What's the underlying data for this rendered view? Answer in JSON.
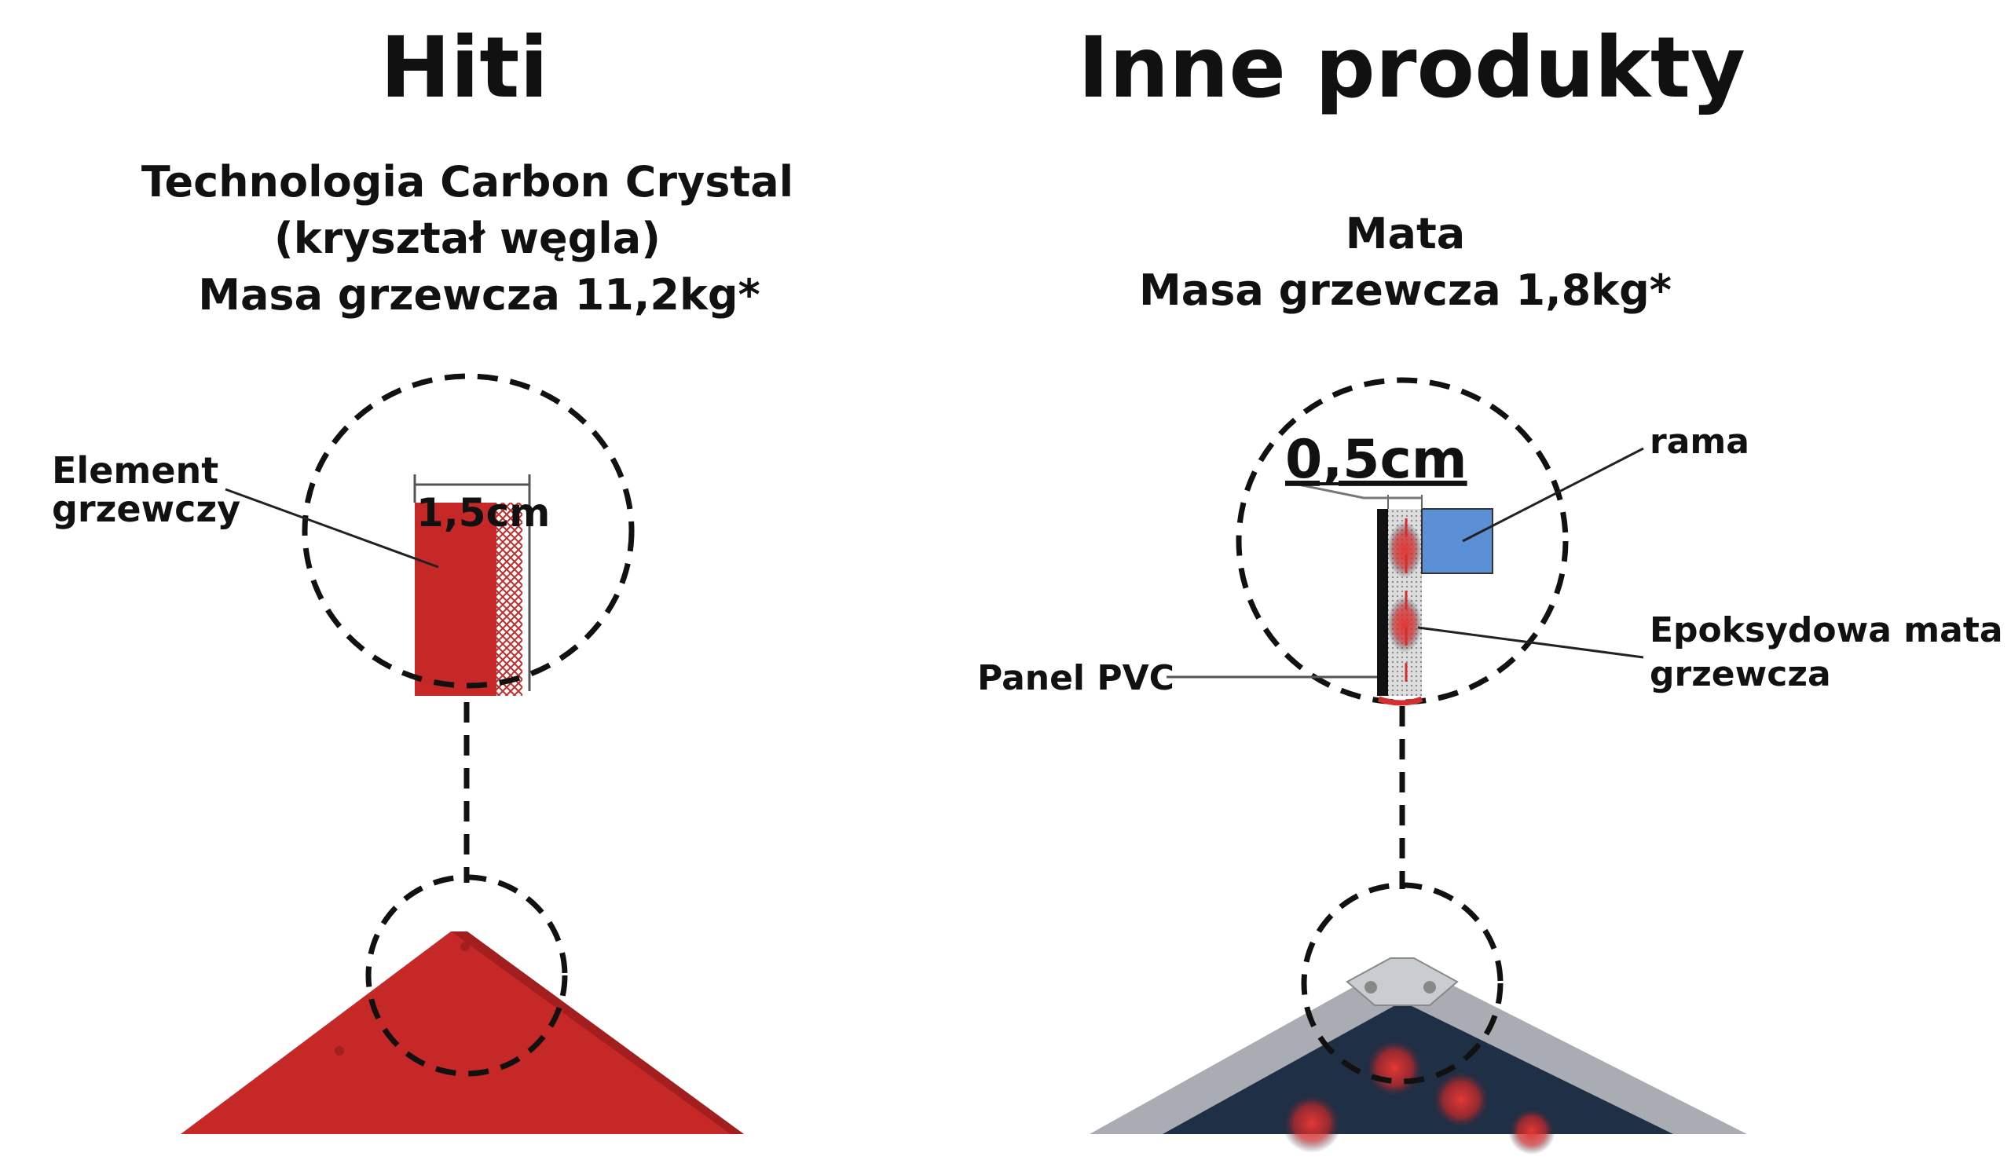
{
  "left": {
    "title": "Hiti",
    "subtitle_lines": [
      "Technologia Carbon Crystal",
      "(kryształ węgla)",
      "Masa grzewcza 11,2kg*"
    ],
    "dimension": "1,5cm",
    "label_lines": [
      "Element",
      "grzewczy"
    ]
  },
  "right": {
    "title": "Inne produkty",
    "subtitle_lines": [
      "Mata",
      "Masa grzewcza 1,8kg*"
    ],
    "dimension": "0,5cm",
    "frame_label": "rama",
    "mat_label_lines": [
      "Epoksydowa mata",
      "grzewcza"
    ],
    "panel_label": "Panel PVC"
  },
  "colors": {
    "red": "#c62828",
    "blue": "#5b8fd6",
    "frame": "#a9adb3"
  }
}
